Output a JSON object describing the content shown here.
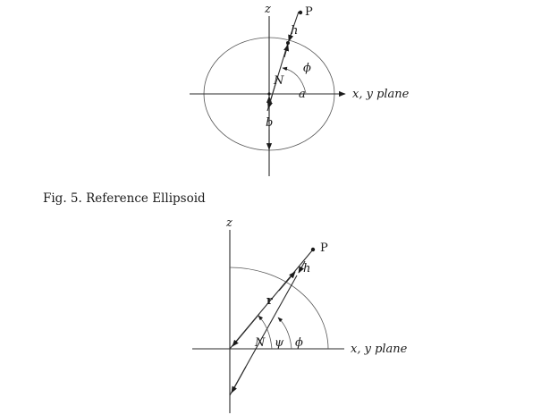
{
  "caption": "Fig. 5. Reference Ellipsoid",
  "figure1": {
    "axis_z": "z",
    "point": "P",
    "height": "h",
    "angle_phi": "ϕ",
    "normal": "N",
    "semi_major": "a",
    "plane": "x, y plane",
    "semi_minor": "b"
  },
  "figure2": {
    "axis_z": "z",
    "point": "P",
    "height": "h",
    "radius": "r",
    "normal": "N",
    "angle_psi": "ψ",
    "angle_phi": "ϕ",
    "plane": "x, y plane"
  }
}
